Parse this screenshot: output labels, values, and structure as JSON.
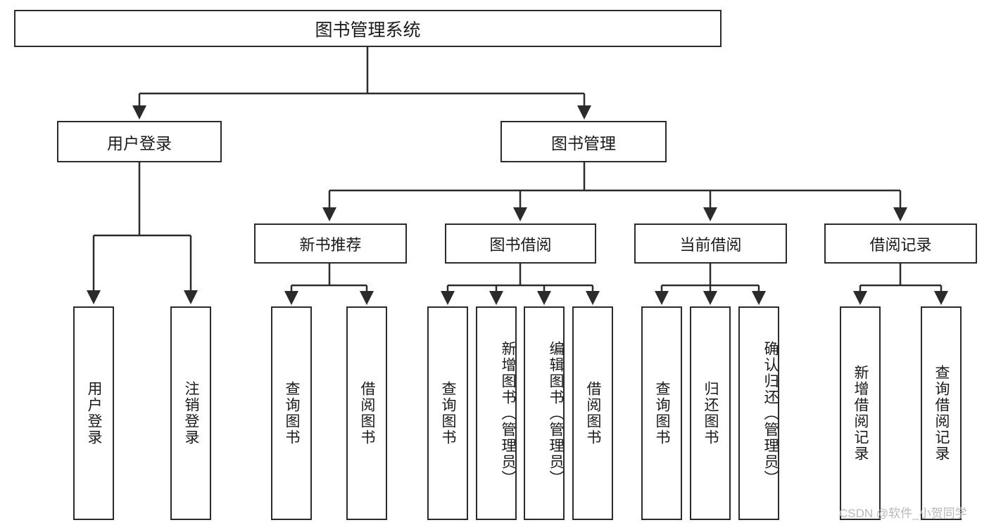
{
  "diagram": {
    "title": "图书管理系统",
    "watermark": "CSDN @软件_小贺同学",
    "style": {
      "box_border_color": "#2b2b2b",
      "box_fill_color": "#ffffff",
      "connector_color": "#2b2b2b",
      "text_color": "#1a1a1a",
      "watermark_color": "#b8b8b8",
      "background_color": "#ffffff"
    },
    "root": {
      "label": "图书管理系统"
    },
    "level1": [
      {
        "label": "用户登录"
      },
      {
        "label": "图书管理"
      }
    ],
    "level2": [
      {
        "label": "新书推荐"
      },
      {
        "label": "图书借阅"
      },
      {
        "label": "当前借阅"
      },
      {
        "label": "借阅记录"
      }
    ],
    "leaves": {
      "user_login": [
        {
          "label": "用户登录"
        },
        {
          "label": "注销登录"
        }
      ],
      "new_book_recommend": [
        {
          "label": "查询图书"
        },
        {
          "label": "借阅图书"
        }
      ],
      "book_borrow": [
        {
          "label": "查询图书"
        },
        {
          "label": "新增图书（管理员）"
        },
        {
          "label": "编辑图书（管理员）"
        },
        {
          "label": "借阅图书"
        }
      ],
      "current_borrow": [
        {
          "label": "查询图书"
        },
        {
          "label": "归还图书"
        },
        {
          "label": "确认归还（管理员）"
        }
      ],
      "borrow_record": [
        {
          "label": "新增借阅记录"
        },
        {
          "label": "查询借阅记录"
        }
      ]
    }
  }
}
